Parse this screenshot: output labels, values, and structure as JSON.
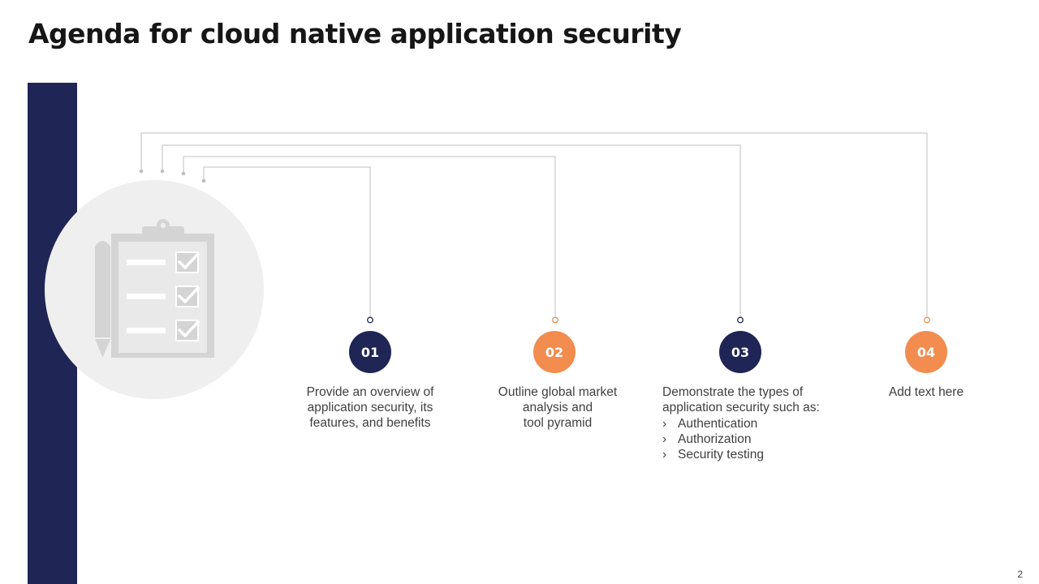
{
  "slide": {
    "title": "Agenda for cloud native application security",
    "page_number": "2"
  },
  "colors": {
    "navy": "#1f2555",
    "orange": "#f28c4f",
    "icon_gray": "#d4d4d4",
    "disc_gray": "#efefef",
    "connector_gray": "#bfbfbf"
  },
  "icon": "clipboard-checklist-with-pencil-icon",
  "agenda_items": [
    {
      "number": "01",
      "lines": [
        "Provide an overview of",
        "application security, its",
        "features, and benefits"
      ]
    },
    {
      "number": "02",
      "lines": [
        "Outline global market",
        "analysis and",
        "tool pyramid"
      ]
    },
    {
      "number": "03",
      "lines": [
        "Demonstrate the types of",
        "application security such as:"
      ],
      "bullet_marker": "›",
      "bullets": [
        "Authentication",
        "Authorization",
        "Security testing"
      ]
    },
    {
      "number": "04",
      "lines": [
        "Add text here"
      ]
    }
  ]
}
